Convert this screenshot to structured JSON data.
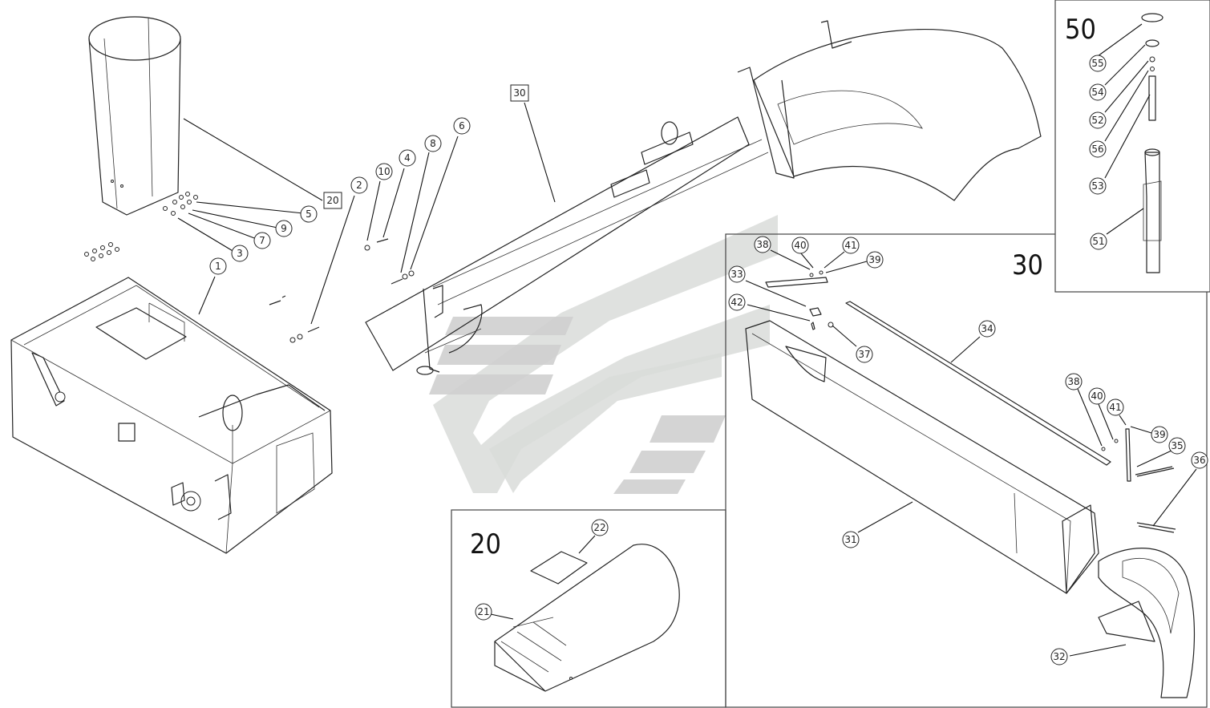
{
  "group_labels": {
    "g20": "20",
    "g30": "30",
    "g50": "50"
  },
  "boxed_refs": {
    "b20": "20",
    "b30": "30"
  },
  "callouts": {
    "c1": "1",
    "c2": "2",
    "c3": "3",
    "c4": "4",
    "c5": "5",
    "c6": "6",
    "c7": "7",
    "c8": "8",
    "c9": "9",
    "c10": "10",
    "c21": "21",
    "c22": "22",
    "c31": "31",
    "c32": "32",
    "c33": "33",
    "c34": "34",
    "c35": "35",
    "c36": "36",
    "c37": "37",
    "c38a": "38",
    "c39a": "39",
    "c40a": "40",
    "c41a": "41",
    "c42": "42",
    "c38b": "38",
    "c39b": "39",
    "c40b": "40",
    "c41b": "41",
    "c51": "51",
    "c52": "52",
    "c53": "53",
    "c54": "54",
    "c55": "55",
    "c56": "56"
  }
}
